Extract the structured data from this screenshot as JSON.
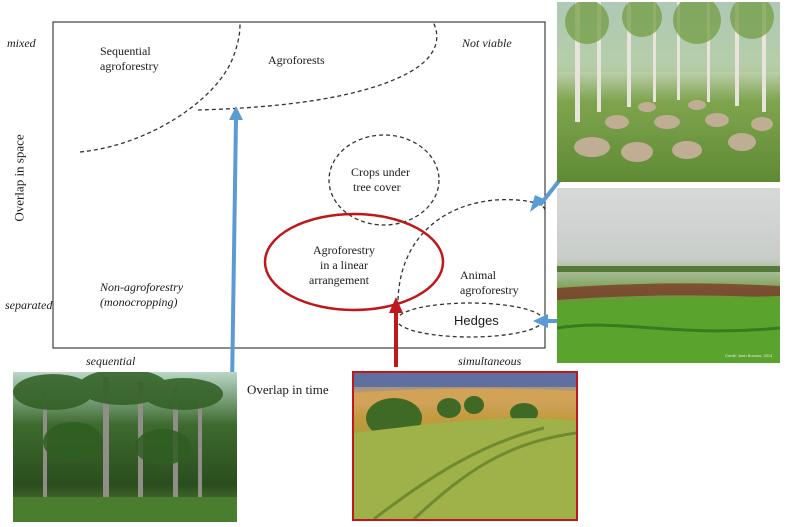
{
  "axes": {
    "y_title": "Overlap in space",
    "x_title": "Overlap in time",
    "y_top": "mixed",
    "y_bottom": "separated",
    "x_left": "sequential",
    "x_right": "simultaneous"
  },
  "regions": {
    "sequential_line1": "Sequential",
    "sequential_line2": "agroforestry",
    "agroforests": "Agroforests",
    "not_viable": "Not viable",
    "crops_line1": "Crops under",
    "crops_line2": "tree cover",
    "linear_line1": "Agroforestry",
    "linear_line2": "in a linear",
    "linear_line3": "arrangement",
    "animal_line1": "Animal",
    "animal_line2": "agroforestry",
    "nonagro_line1": "Non-agroforestry",
    "nonagro_line2": "(monocropping)",
    "hedges": "Hedges"
  },
  "photos": {
    "sheep": "sheep-under-trees-photo",
    "hedgerow": "hedgerow-field-photo",
    "hedgerow_credit": "Credit: Jonh Bocono, 2014",
    "palms": "palm-forest-photo",
    "wheat": "wheat-field-tree-rows-photo"
  },
  "colors": {
    "frame": "#1a1a1a",
    "dashed": "#333333",
    "highlight": "#c0171a",
    "blue_arrow": "#5b9bd5"
  }
}
